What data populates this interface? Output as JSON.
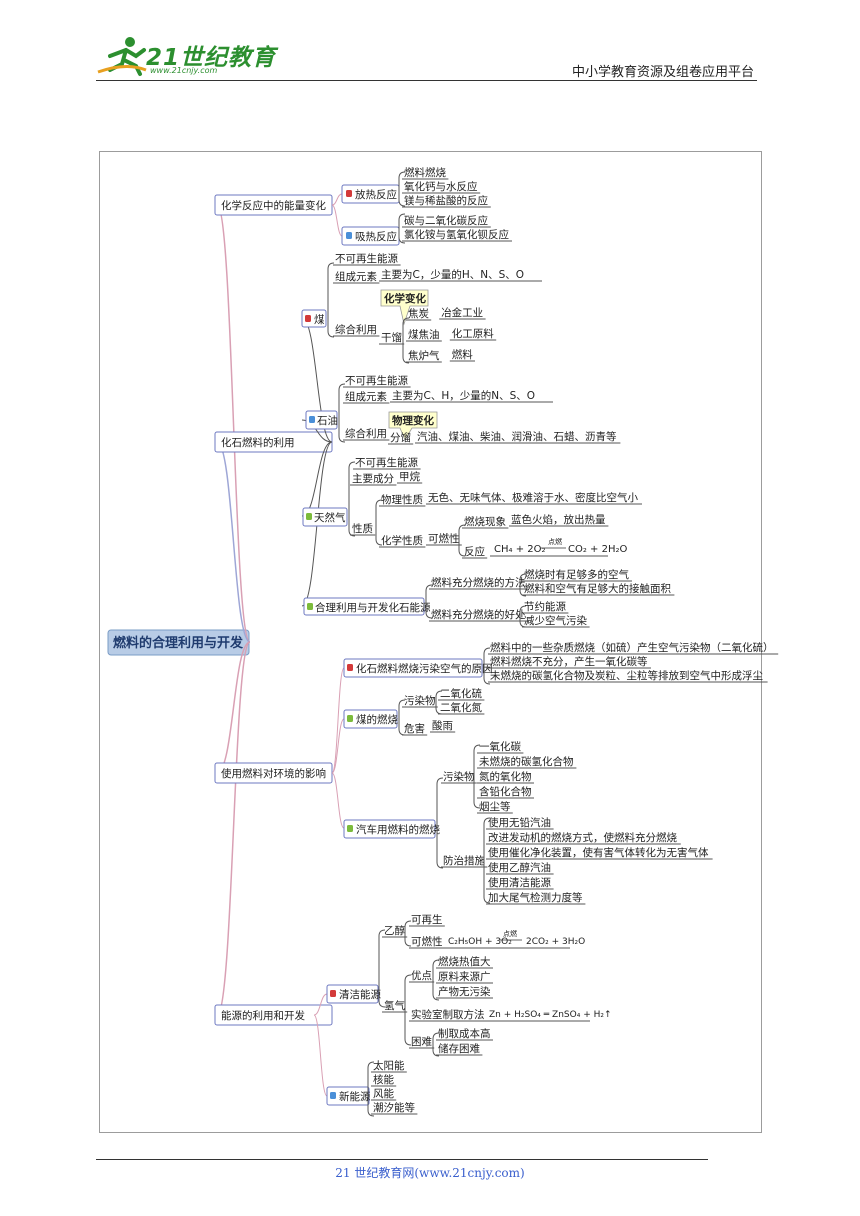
{
  "header": {
    "logo_text": "21世纪教育",
    "logo_url_text": "www.21cnjy.com",
    "platform": "中小学教育资源及组卷应用平台"
  },
  "footer": {
    "site": "21 世纪教育网(www.21cnjy.com)"
  },
  "colors": {
    "pink_branch": "#d9a0b4",
    "blue_branch": "#9ea6d6",
    "node_border": "#6e79c2",
    "root_fill": "#b8cce6",
    "tag_red": "#d33a3a",
    "tag_blue": "#4a8fd8",
    "tag_green": "#7cbb3c",
    "callout": "#ffffcc"
  },
  "mindmap": {
    "root": "燃料的合理利用与开发",
    "b1": {
      "title": "化学反应中的能量变化",
      "exo": {
        "label": "放热反应",
        "items": [
          "燃料燃烧",
          "氧化钙与水反应",
          "镁与稀盐酸的反应"
        ]
      },
      "endo": {
        "label": "吸热反应",
        "items": [
          "碳与二氧化碳反应",
          "氯化铵与氢氧化钡反应"
        ]
      }
    },
    "b2": {
      "title": "化石燃料的利用",
      "coal": {
        "label": "煤",
        "nonrenew": "不可再生能源",
        "comp_label": "组成元素",
        "comp_value": "主要为C，少量的H、N、S、O",
        "use_label": "综合利用",
        "callout": "化学变化",
        "process": "干馏",
        "products": [
          {
            "name": "焦炭",
            "use": "冶金工业"
          },
          {
            "name": "煤焦油",
            "use": "化工原料"
          },
          {
            "name": "焦炉气",
            "use": "燃料"
          }
        ]
      },
      "oil": {
        "label": "石油",
        "nonrenew": "不可再生能源",
        "comp_label": "组成元素",
        "comp_value": "主要为C、H，少量的N、S、O",
        "use_label": "综合利用",
        "callout": "物理变化",
        "process": "分馏",
        "products": "汽油、煤油、柴油、润滑油、石蜡、沥青等"
      },
      "gas": {
        "label": "天然气",
        "nonrenew": "不可再生能源",
        "main_label": "主要成分",
        "main_value": "甲烷",
        "prop_label": "性质",
        "phys_label": "物理性质",
        "phys_value": "无色、无味气体、极难溶于水、密度比空气小",
        "chem_label": "化学性质",
        "flam_label": "可燃性",
        "phen_label": "燃烧现象",
        "phen_value": "蓝色火焰，放出热量",
        "react_label": "反应",
        "eq_lhs": "CH₄ + 2O₂",
        "eq_cond": "点燃",
        "eq_rhs": "CO₂ + 2H₂O"
      },
      "rational": {
        "label": "合理利用与开发化石能源",
        "method_label": "燃料充分燃烧的方法",
        "methods": [
          "燃烧时有足够多的空气",
          "燃料和空气有足够大的接触面积"
        ],
        "benefit_label": "燃料充分燃烧的好处",
        "benefits": [
          "节约能源",
          "减少空气污染"
        ]
      }
    },
    "b3": {
      "title": "使用燃料对环境的影响",
      "cause": {
        "label": "化石燃料燃烧污染空气的原因",
        "items": [
          "燃料中的一些杂质燃烧（如硫）产生空气污染物（二氧化硫）",
          "燃料燃烧不充分，产生一氧化碳等",
          "未燃烧的碳氢化合物及炭粒、尘粒等排放到空气中形成浮尘"
        ]
      },
      "coal_burn": {
        "label": "煤的燃烧",
        "pol_label": "污染物",
        "pols": [
          "二氧化硫",
          "二氧化氮"
        ],
        "harm_label": "危害",
        "harm": "酸雨"
      },
      "car": {
        "label": "汽车用燃料的燃烧",
        "pol_label": "污染物",
        "pols": [
          "一氧化碳",
          "未燃烧的碳氢化合物",
          "氮的氧化物",
          "含铅化合物",
          "烟尘等"
        ],
        "meas_label": "防治措施",
        "meas": [
          "使用无铅汽油",
          "改进发动机的燃烧方式，使燃料充分燃烧",
          "使用催化净化装置，使有害气体转化为无害气体",
          "使用乙醇汽油",
          "使用清洁能源",
          "加大尾气检测力度等"
        ]
      }
    },
    "b4": {
      "title": "能源的利用和开发",
      "clean": {
        "label": "清洁能源",
        "ethanol": {
          "label": "乙醇",
          "renew": "可再生",
          "flam_label": "可燃性",
          "eq_lhs": "C₂H₅OH + 3O₂",
          "eq_cond": "点燃",
          "eq_rhs": "2CO₂ + 3H₂O"
        },
        "hydrogen": {
          "label": "氢气",
          "adv_label": "优点",
          "advs": [
            "燃烧热值大",
            "原料来源广",
            "产物无污染"
          ],
          "lab_label": "实验室制取方法",
          "lab_eq": "Zn + H₂SO₄ ═ ZnSO₄ + H₂↑",
          "diff_label": "困难",
          "diffs": [
            "制取成本高",
            "储存困难"
          ]
        }
      },
      "new": {
        "label": "新能源",
        "items": [
          "太阳能",
          "核能",
          "风能",
          "潮汐能等"
        ]
      }
    }
  }
}
